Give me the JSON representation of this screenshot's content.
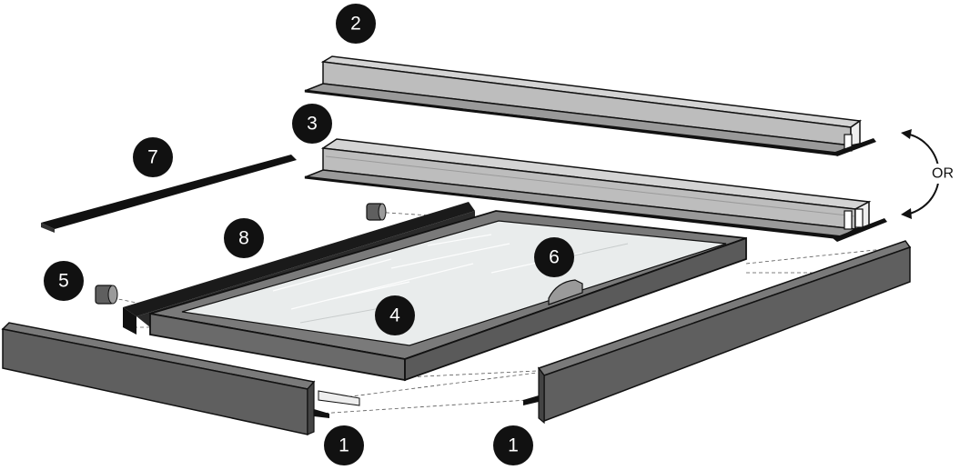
{
  "callouts": {
    "c1a": "1",
    "c1b": "1",
    "c2": "2",
    "c3": "3",
    "c4": "4",
    "c5": "5",
    "c6": "6",
    "c7": "7",
    "c8": "8"
  },
  "or_label": "OR",
  "colors": {
    "light_profile": "#bdbdbd",
    "light_profile_top": "#d4d4d4",
    "dark_profile": "#5f5f5f",
    "dark_profile_top": "#7a7a7a",
    "black": "#111111",
    "glass": "#e9ecec"
  }
}
